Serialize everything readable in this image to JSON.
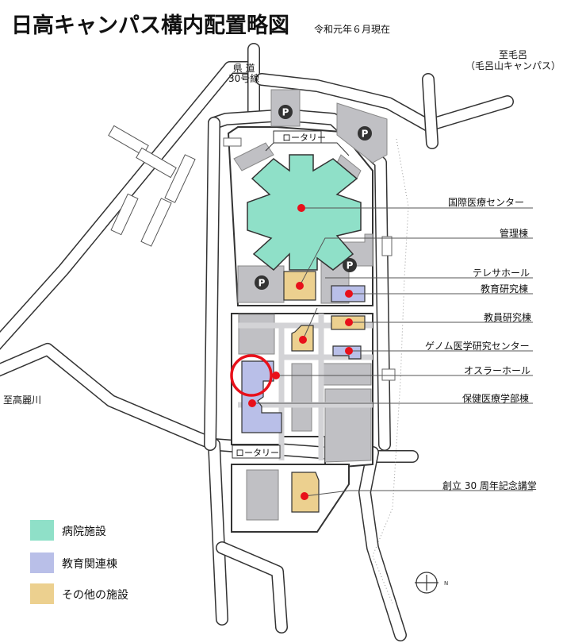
{
  "title": "日高キャンパス構内配置略図",
  "date_note": "令和元年６月現在",
  "colors": {
    "hospital": "#8fe0c8",
    "education": "#b9bfe8",
    "other": "#ecd08f",
    "building_gray": "#c0c0c4",
    "parking": "#333333",
    "marker": "#e8101a",
    "highlight": "#e8101a"
  },
  "road_labels": {
    "prefectural_road": "県 道\n30号線",
    "to_moroyama": "至毛呂\n（毛呂山キャンパス）",
    "to_koma": "至高麗川",
    "rotary_top": "ロータリー",
    "rotary_bottom": "ロータリー"
  },
  "parking_symbol": "P",
  "buildings": [
    {
      "name": "国際医療センター",
      "category": "hospital"
    },
    {
      "name": "管理棟",
      "category": "other"
    },
    {
      "name": "テレサホール",
      "category": "other"
    },
    {
      "name": "教育研究棟",
      "category": "education"
    },
    {
      "name": "教員研究棟",
      "category": "other"
    },
    {
      "name": "ゲノム医学研究センター",
      "category": "education"
    },
    {
      "name": "オスラーホール",
      "category": "education"
    },
    {
      "name": "保健医療学部棟",
      "category": "education"
    },
    {
      "name": "創立 30 周年記念講堂",
      "category": "other"
    }
  ],
  "legend": [
    {
      "label": "病院施設",
      "color": "#8fe0c8"
    },
    {
      "label": "教育関連棟",
      "color": "#b9bfe8"
    },
    {
      "label": "その他の施設",
      "color": "#ecd08f"
    }
  ],
  "compass_label": "N"
}
